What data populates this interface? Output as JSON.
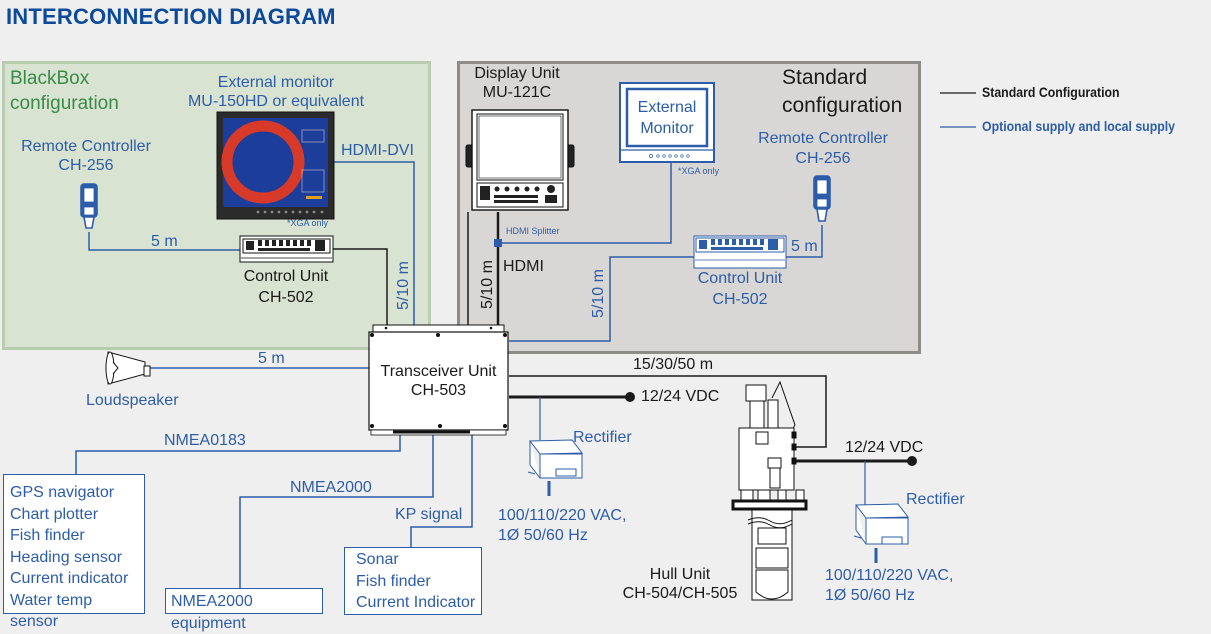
{
  "title": "INTERCONNECTION DIAGRAM",
  "legend": {
    "items": [
      {
        "label": "Standard Configuration",
        "color": "#1a1a1a"
      },
      {
        "label": "Optional supply and local supply",
        "color": "#2d5da8"
      }
    ]
  },
  "colors": {
    "title": "#0b4a9a",
    "optional_blue": "#2d5da8",
    "standard_black": "#1a1a1a",
    "blackbox_bg": "#d9e3d2",
    "blackbox_border": "#b8ccb0",
    "standard_bg": "#d8d7d5",
    "standard_border": "#888888",
    "blackbox_heading": "#3a8a48"
  },
  "blackbox": {
    "heading_line1": "BlackBox",
    "heading_line2": "configuration",
    "external_monitor": {
      "line1": "External monitor",
      "line2": "MU-150HD or equivalent",
      "note": "*XGA only"
    },
    "hdmi_dvi_label": "HDMI-DVI",
    "remote_controller": {
      "line1": "Remote Controller",
      "line2": "CH-256"
    },
    "remote_cable_label": "5 m",
    "control_unit": {
      "line1": "Control Unit",
      "line2": "CH-502"
    },
    "control_cable_label": "5/10 m"
  },
  "standard": {
    "heading_line1": "Standard",
    "heading_line2": "configuration",
    "display_unit": {
      "line1": "Display Unit",
      "line2": "MU-121C"
    },
    "external_monitor": {
      "line1": "External",
      "line2": "Monitor",
      "note": "*XGA only"
    },
    "hdmi_splitter_label": "HDMI Splitter",
    "hdmi_label": "HDMI",
    "display_cable_label": "5/10 m",
    "control_cable_label": "5/10 m",
    "remote_controller": {
      "line1": "Remote Controller",
      "line2": "CH-256"
    },
    "remote_cable_label": "5 m",
    "control_unit": {
      "line1": "Control Unit",
      "line2": "CH-502"
    }
  },
  "transceiver": {
    "line1": "Transceiver Unit",
    "line2": "CH-503"
  },
  "loudspeaker": {
    "label": "Loudspeaker",
    "cable_label": "5 m"
  },
  "nmea0183": {
    "label": "NMEA0183",
    "devices": [
      "GPS navigator",
      "Chart plotter",
      "Fish finder",
      "Heading sensor",
      "Current indicator",
      "Water temp sensor"
    ]
  },
  "nmea2000": {
    "label": "NMEA2000",
    "device": "NMEA2000 equipment"
  },
  "kp_signal": {
    "label": "KP signal",
    "devices": [
      "Sonar",
      "Fish finder",
      "Current Indicator"
    ]
  },
  "hull_unit": {
    "line1": "Hull Unit",
    "line2": "CH-504/CH-505",
    "cable_label": "15/30/50 m"
  },
  "power_transceiver": {
    "vdc_label": "12/24 VDC",
    "rectifier_label": "Rectifier",
    "vac_line1": "100/110/220 VAC,",
    "vac_line2": "1Ø 50/60 Hz"
  },
  "power_hull": {
    "vdc_label": "12/24 VDC",
    "rectifier_label": "Rectifier",
    "vac_line1": "100/110/220 VAC,",
    "vac_line2": "1Ø 50/60 Hz"
  }
}
